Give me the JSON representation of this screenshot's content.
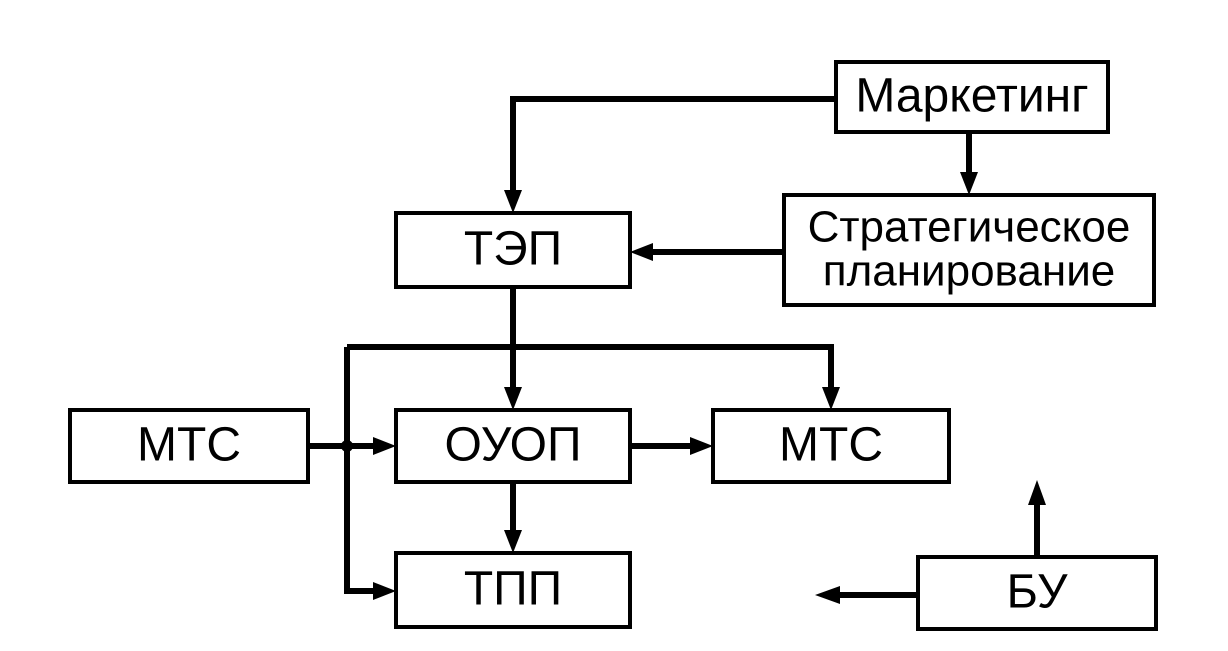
{
  "nodes": {
    "marketing": "Маркетинг",
    "strategic_line1": "Стратегическое",
    "strategic_line2": "планирование",
    "tep": "ТЭП",
    "mts_left": "МТС",
    "ouop": "ОУОП",
    "mts_right": "МТС",
    "tpp": "ТПП",
    "bu": "БУ"
  }
}
